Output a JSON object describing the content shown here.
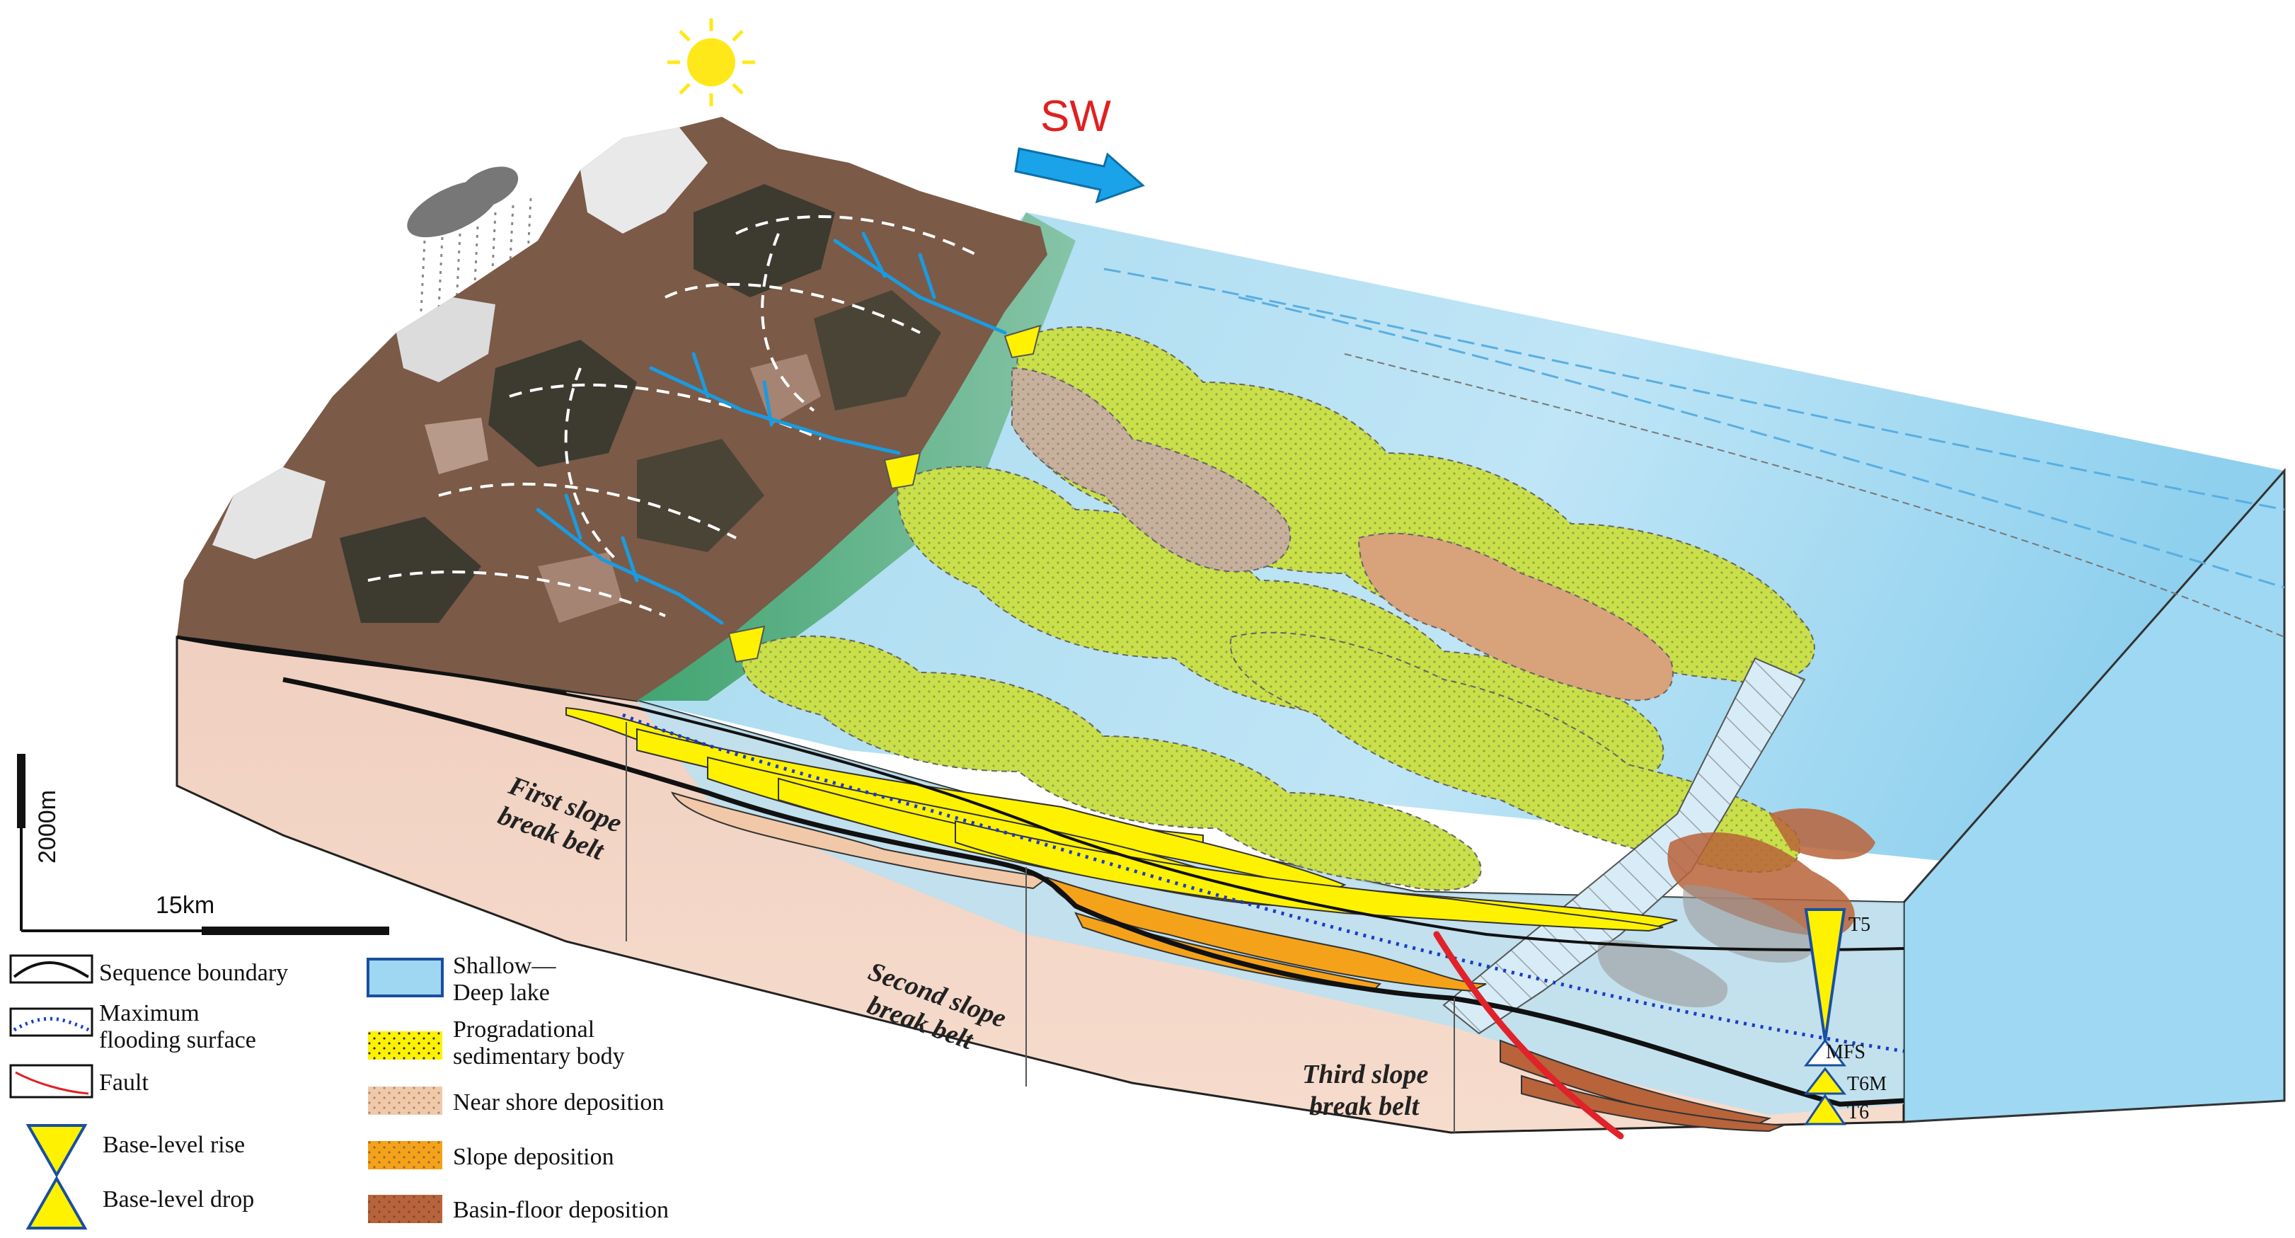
{
  "direction_label": "SW",
  "scale": {
    "vertical": "2000m",
    "horizontal": "15km"
  },
  "belts": {
    "first": [
      "First slope",
      "break belt"
    ],
    "second": [
      "Second slope",
      "break belt"
    ],
    "third": [
      "Third slope",
      "break belt"
    ]
  },
  "markers": {
    "t5": "T5",
    "mfs": "MFS",
    "t6m": "T6M",
    "t6": "T6"
  },
  "legend": {
    "sequence_boundary": "Sequence boundary",
    "mfs": [
      "Maximum",
      "flooding surface"
    ],
    "fault": "Fault",
    "base_rise": "Base-level rise",
    "base_drop": "Base-level drop",
    "lake": [
      "Shallow—",
      "Deep lake"
    ],
    "progradational": [
      "Progradational",
      "sedimentary body"
    ],
    "near_shore": "Near shore deposition",
    "slope": "Slope deposition",
    "basin_floor": "Basin-floor deposition"
  },
  "colors": {
    "lake_light": "#d6eefa",
    "lake_deep": "#6cc0e6",
    "progradational": "#c9e04a",
    "prograde_yellow": "#fff200",
    "near_shore": "#f2c9a8",
    "slope": "#f5a21b",
    "basin_floor": "#b8633a",
    "fault": "#e0222a",
    "mfs_line": "#1a3cc9",
    "arrow": "#1aa3e8",
    "sw_text": "#e02020"
  }
}
